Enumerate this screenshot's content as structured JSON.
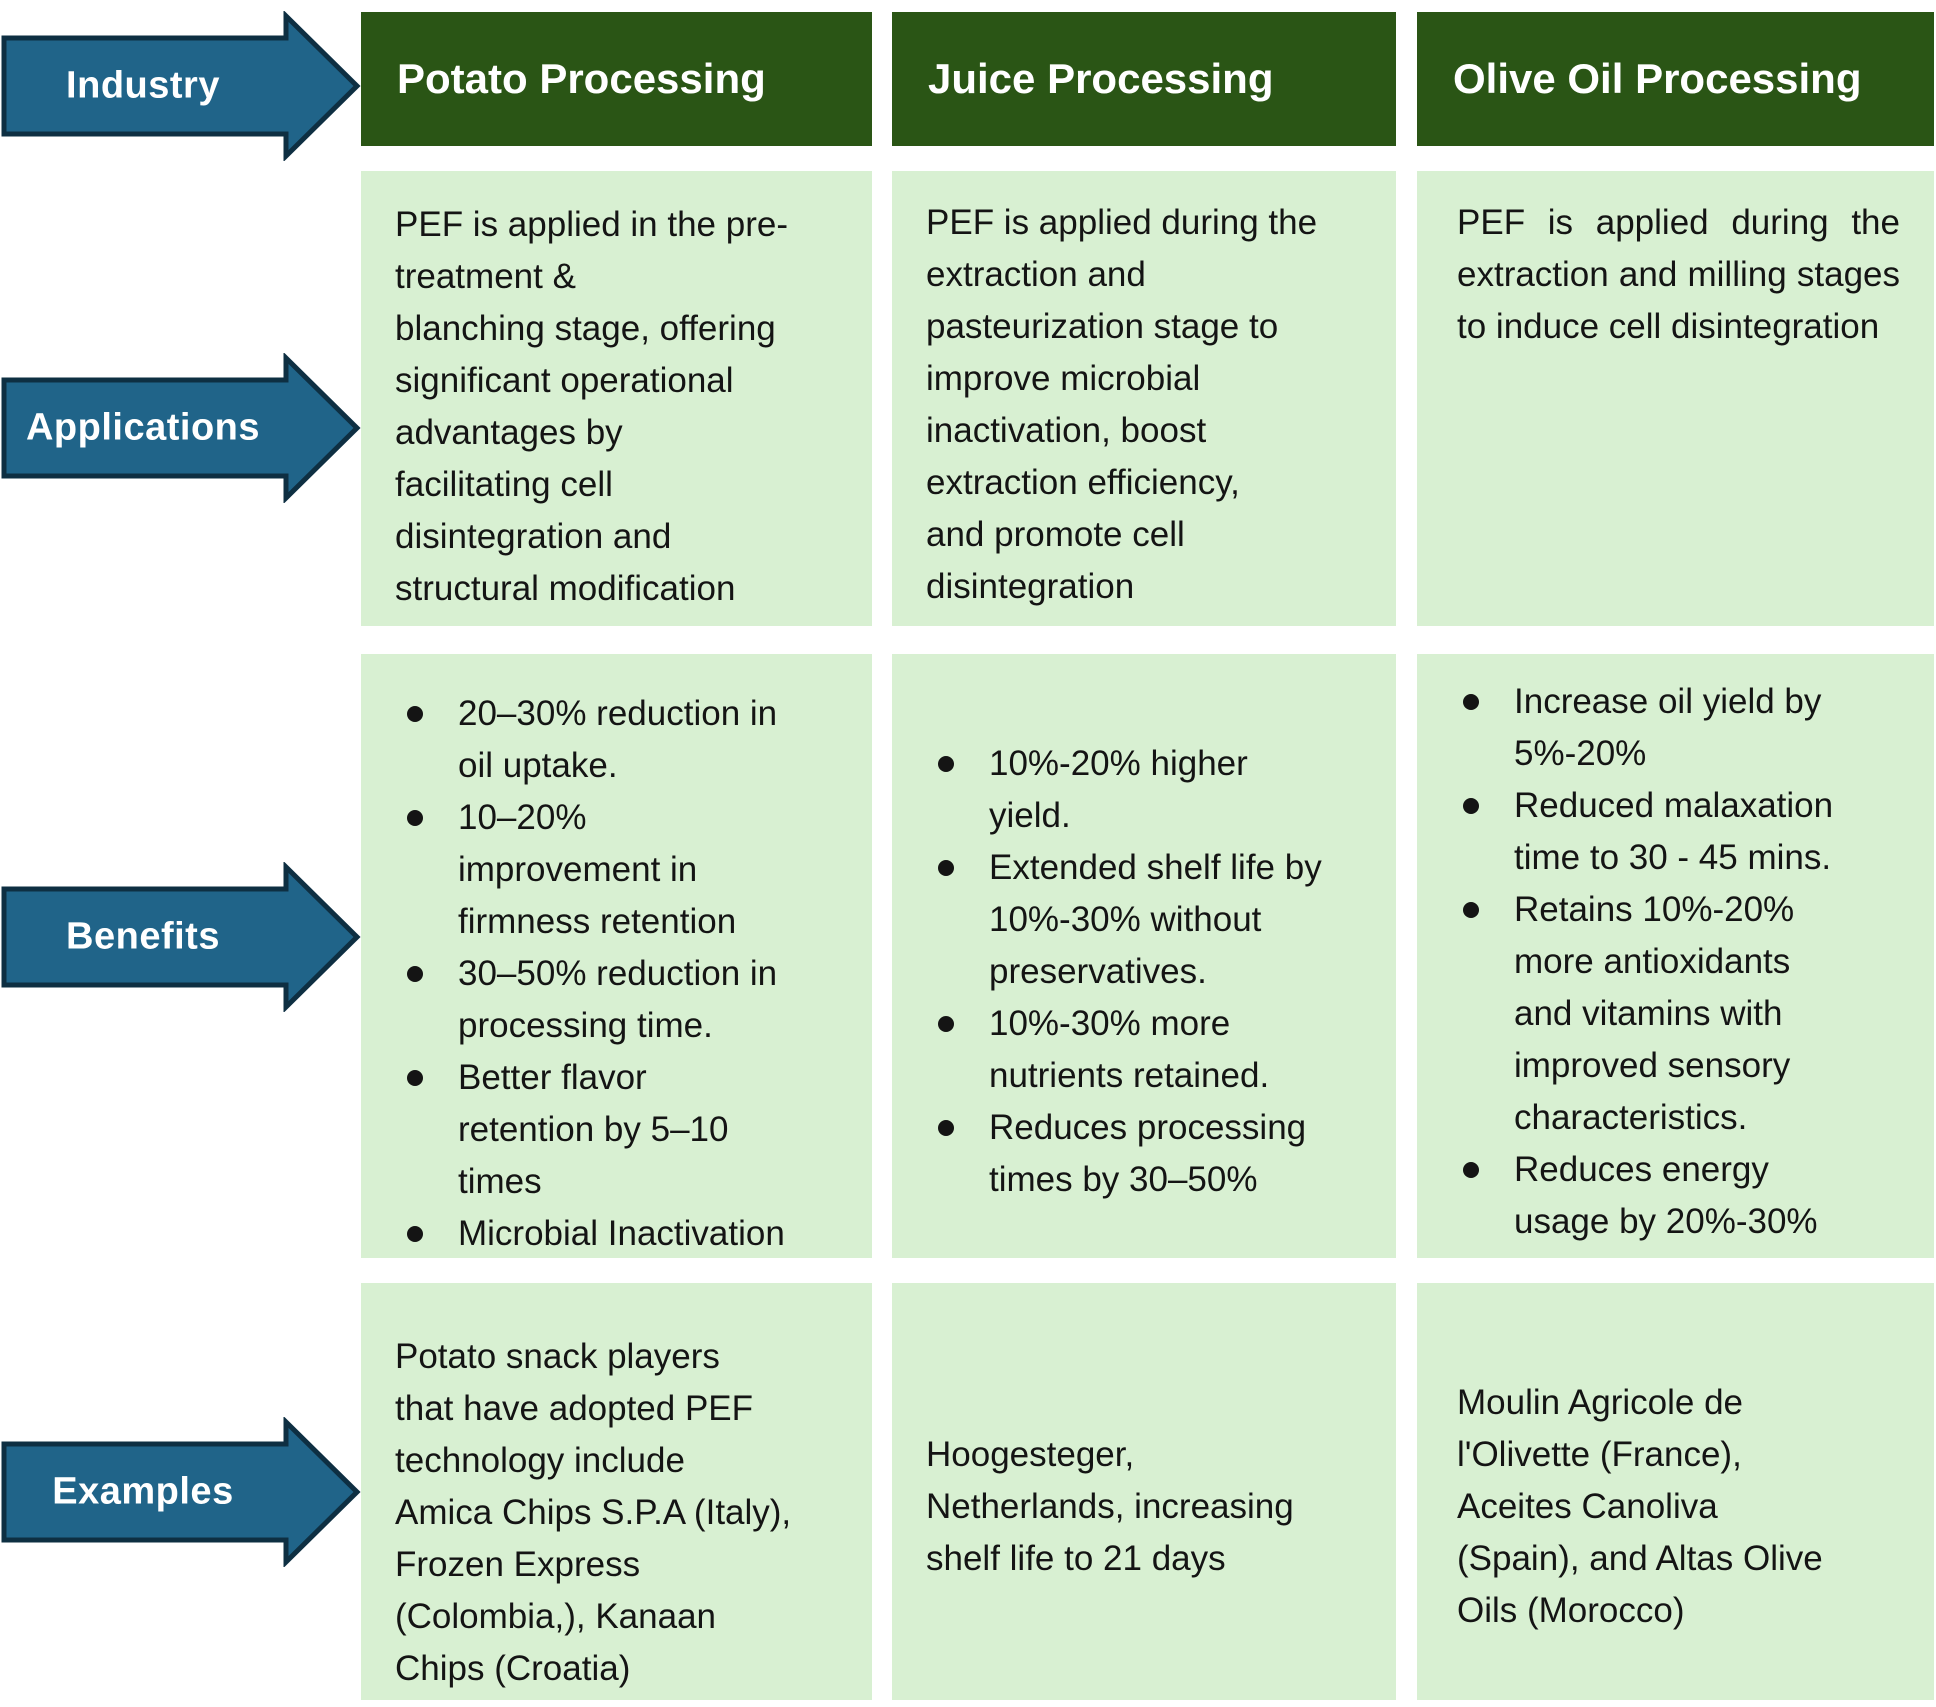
{
  "rows": [
    {
      "label": "Industry"
    },
    {
      "label": "Applications"
    },
    {
      "label": "Benefits"
    },
    {
      "label": "Examples"
    }
  ],
  "columns": [
    {
      "header": "Potato Processing",
      "applications": "PEF is applied in the pre-\ntreatment &\nblanching stage, offering\nsignificant operational\nadvantages by\nfacilitating cell\ndisintegration and\nstructural modification",
      "benefits": [
        "20–30% reduction in\noil uptake.",
        "10–20%\nimprovement in\nfirmness retention",
        "30–50% reduction in\nprocessing time.",
        "Better flavor\nretention by 5–10\ntimes",
        "Microbial Inactivation"
      ],
      "examples": "Potato snack players\nthat have adopted PEF\ntechnology include\nAmica Chips S.P.A (Italy),\nFrozen Express\n(Colombia,), Kanaan\nChips (Croatia)"
    },
    {
      "header": "Juice Processing",
      "applications": "PEF is applied during the\nextraction and\npasteurization stage to\nimprove microbial\ninactivation, boost\nextraction efficiency,\nand promote cell\ndisintegration",
      "benefits": [
        "10%-20% higher\nyield.",
        "Extended shelf life by\n10%-30% without\npreservatives.",
        "10%-30% more\nnutrients retained.",
        "Reduces processing\ntimes by 30–50%"
      ],
      "examples": "Hoogesteger,\nNetherlands, increasing\nshelf life to 21 days"
    },
    {
      "header": "Olive Oil Processing",
      "applications": "PEF is applied during the extraction and milling stages to induce cell disintegration",
      "benefits": [
        "Increase oil yield by\n5%-20%",
        "Reduced malaxation\ntime to 30 - 45 mins.",
        "Retains 10%-20%\nmore antioxidants\nand vitamins with\nimproved sensory\ncharacteristics.",
        "Reduces energy\nusage by 20%-30%"
      ],
      "examples": "Moulin Agricole de\nl'Olivette (France),\nAceites Canoliva\n(Spain), and Altas Olive\nOils (Morocco)"
    }
  ],
  "colors": {
    "arrow_fill": "#206489",
    "arrow_border": "#0E2F42",
    "header_bg": "#2A5515",
    "cell_bg": "#D8F0D2",
    "header_text": "#FFFFFF",
    "body_text": "#141414"
  }
}
